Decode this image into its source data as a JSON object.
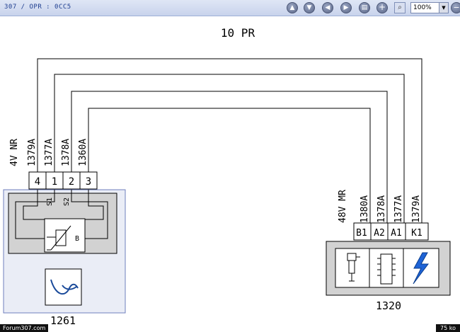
{
  "toolbar": {
    "breadcrumb": "307 / OPR : 0CC5",
    "zoom_value": "100%",
    "buttons": [
      "up-arrow-icon",
      "down-arrow-icon",
      "back-arrow-icon",
      "forward-arrow-icon",
      "print-icon",
      "zoom-in-icon",
      "zoom-icon",
      "zoom-out-icon"
    ]
  },
  "diagram": {
    "title": "10 PR",
    "left_harness": {
      "label": "4V NR",
      "wires": [
        "1379A",
        "1377A",
        "1378A",
        "1360A"
      ],
      "pins": [
        "4",
        "1",
        "2",
        "3"
      ],
      "inner_labels": [
        "S1",
        "S2"
      ],
      "component_mark": "B",
      "component_id": "1261"
    },
    "right_harness": {
      "label": "48V MR",
      "wires": [
        "1380A",
        "1378A",
        "1377A",
        "1379A"
      ],
      "pins": [
        "B1",
        "A2",
        "A1",
        "K1"
      ],
      "component_id": "1320"
    }
  },
  "footer": {
    "site": "Forum307.com",
    "size": "75 ko"
  }
}
